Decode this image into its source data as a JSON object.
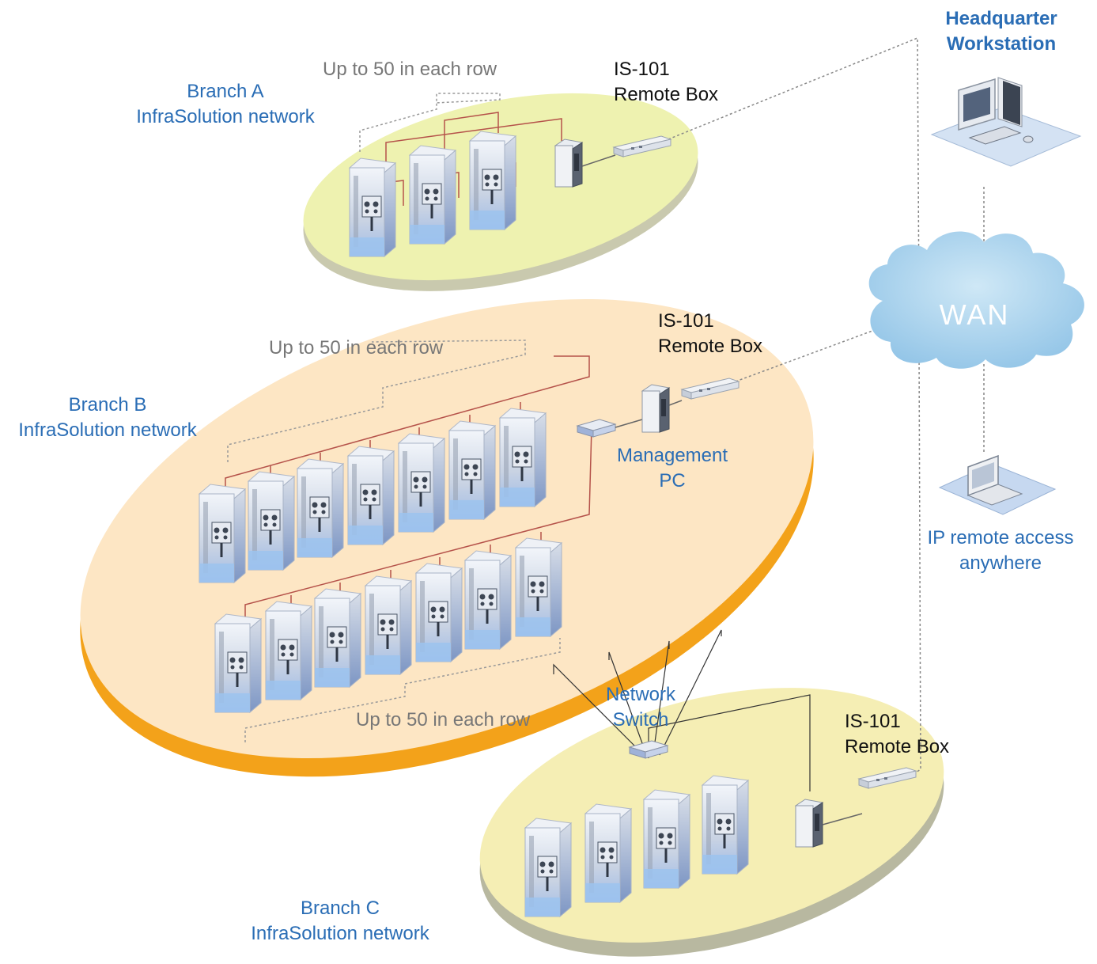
{
  "branches": {
    "a": {
      "line1": "Branch A",
      "line2": "InfraSolution network",
      "row_note": "Up to 50 in each row",
      "box_line1": "IS-101",
      "box_line2": "Remote Box"
    },
    "b": {
      "line1": "Branch B",
      "line2": "InfraSolution network",
      "row_note_top": "Up to 50 in each row",
      "row_note_bottom": "Up to 50 in each row",
      "box_line1": "IS-101",
      "box_line2": "Remote Box",
      "pc_line1": "Management",
      "pc_line2": "PC"
    },
    "c": {
      "line1": "Branch C",
      "line2": "InfraSolution network",
      "switch_line1": "Network",
      "switch_line2": "Switch",
      "box_line1": "IS-101",
      "box_line2": "Remote Box"
    }
  },
  "hq": {
    "line1": "Headquarter",
    "line2": "Workstation"
  },
  "wan": {
    "label": "WAN"
  },
  "remote": {
    "line1": "IP remote access",
    "line2": "anywhere"
  },
  "colors": {
    "label_blue": "#2a6db5",
    "note_grey": "#777777",
    "platform_yellow": "#eef2b0",
    "platform_peach": "#fde6c4",
    "platform_orange": "#f3a21a",
    "platform_shadow": "#b8b8a0",
    "cloud": "#a9d3ec",
    "cable_red": "#b5524a",
    "link_dotted": "#888888"
  },
  "icons": [
    "server-rack-icon",
    "remote-box-icon",
    "computer-tower-icon",
    "network-switch-icon",
    "desktop-workstation-icon",
    "laptop-icon",
    "wan-cloud-icon"
  ]
}
